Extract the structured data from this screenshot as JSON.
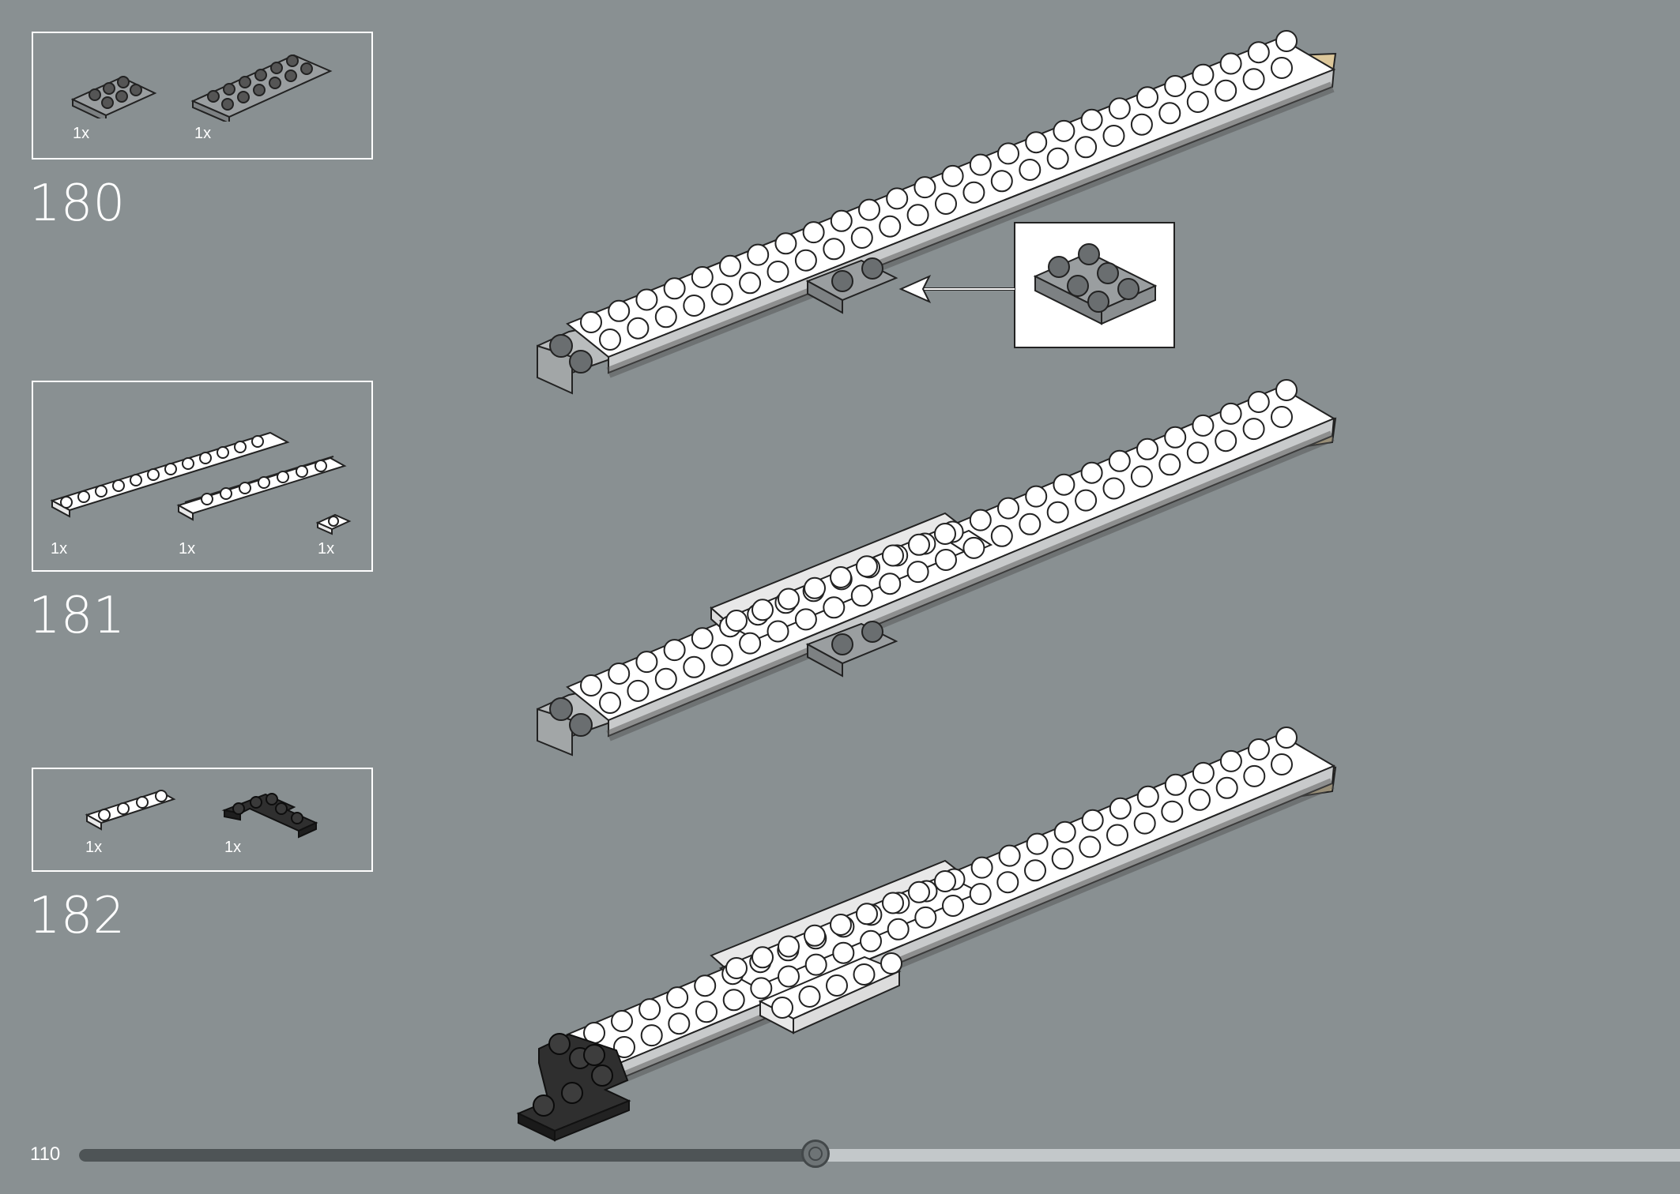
{
  "steps": [
    {
      "number": "180",
      "parts": [
        {
          "qty": "1x",
          "name": "plate-2x3",
          "color": "#8f9496"
        },
        {
          "qty": "1x",
          "name": "plate-2x6",
          "color": "#8f9496"
        }
      ]
    },
    {
      "number": "181",
      "parts": [
        {
          "qty": "1x",
          "name": "plate-1x12",
          "color": "#ffffff"
        },
        {
          "qty": "1x",
          "name": "tile-1x8-rail",
          "color": "#ffffff"
        },
        {
          "qty": "1x",
          "name": "plate-1x1",
          "color": "#ffffff"
        }
      ]
    },
    {
      "number": "182",
      "parts": [
        {
          "qty": "1x",
          "name": "plate-1x4",
          "color": "#ffffff"
        },
        {
          "qty": "1x",
          "name": "corner-plate-2x3",
          "color": "#2d2d2d"
        }
      ]
    }
  ],
  "page": {
    "number": "110",
    "progress": 0.46
  },
  "colors": {
    "background": "#899092",
    "brick_white": "#ffffff",
    "brick_gray": "#9a9ea0",
    "brick_black": "#2f2f2f",
    "tan": "#dcc79a",
    "callout": "#ffffff"
  }
}
